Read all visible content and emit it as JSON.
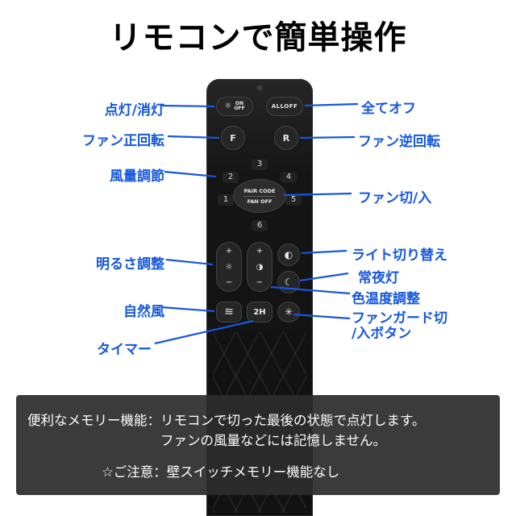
{
  "title": "リモコンで簡単操作",
  "colors": {
    "accent_blue": "#1557df",
    "remote_body": "#141414",
    "note_background": "rgba(44,44,44,0.93)"
  },
  "callouts": {
    "left": [
      {
        "text": "点灯/消灯"
      },
      {
        "text": "ファン正回転"
      },
      {
        "text": "風量調節"
      },
      {
        "text": "明るさ調整"
      },
      {
        "text": "自然風"
      },
      {
        "text": "タイマー"
      }
    ],
    "right": [
      {
        "text": "全てオフ"
      },
      {
        "text": "ファン逆回転"
      },
      {
        "text": "ファン切/入"
      },
      {
        "text": "ライト切り替え"
      },
      {
        "text": "常夜灯"
      },
      {
        "text": "色温度調整"
      },
      {
        "text": "ファンガード切",
        "text2": "/入ボタン"
      }
    ]
  },
  "remote": {
    "buttons": {
      "on_off": {
        "icon": "☼",
        "line1": "ON",
        "line2": "OFF"
      },
      "all_off": "ALLOFF",
      "fan_forward": "F",
      "fan_reverse": "R",
      "numbers": [
        "1",
        "2",
        "3",
        "4",
        "5",
        "6"
      ],
      "pair_code": {
        "line1": "PAIR CODE",
        "line2": "FAN OFF"
      },
      "brightness": {
        "plus": "+",
        "icon": "☼",
        "minus": "−"
      },
      "color_temp": {
        "plus": "+",
        "icon": "◑",
        "minus": "−"
      },
      "light_toggle_icon": "◐",
      "night_light_icon": "☾",
      "natural_wind_icon": "≋",
      "timer_label": "2H",
      "fan_guard_icon": "✳"
    }
  },
  "note": {
    "memory_label": "便利なメモリー機能：",
    "memory_line1": "リモコンで切った最後の状態で点灯します。",
    "memory_line2": "ファンの風量などには記憶しません。",
    "caution": "☆ご注意：壁スイッチメモリー機能なし"
  }
}
